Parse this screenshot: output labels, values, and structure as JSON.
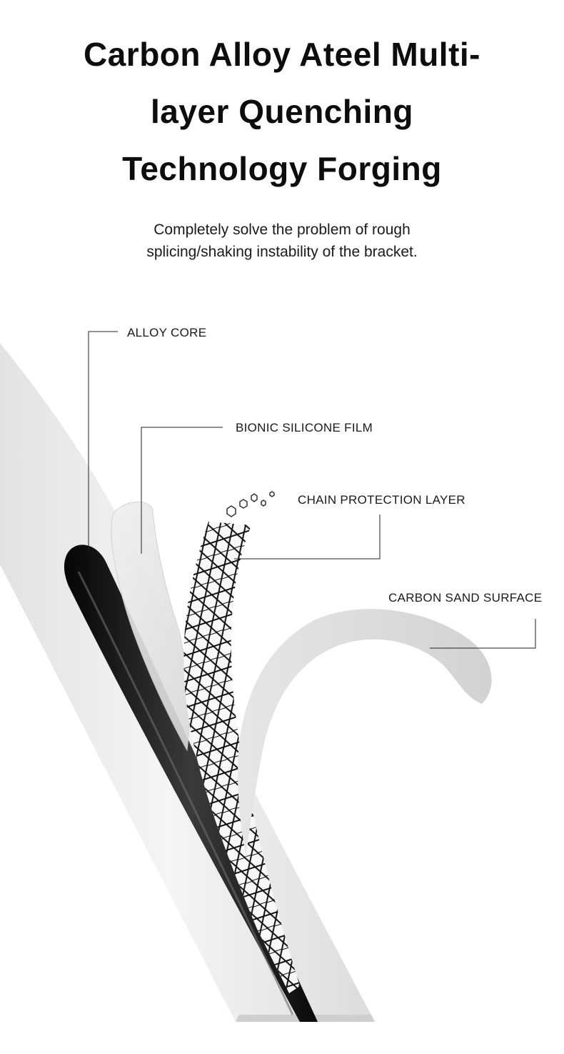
{
  "headline": {
    "line1": "Carbon Alloy Ateel Multi-",
    "line2": "layer Quenching",
    "line3": "Technology Forging"
  },
  "subtitle": {
    "line1": "Completely solve the problem of rough",
    "line2": "splicing/shaking instability of the bracket."
  },
  "callouts": {
    "alloy_core": "ALLOY CORE",
    "bionic_silicone_film": "BIONIC SILICONE FILM",
    "chain_protection_layer": "CHAIN PROTECTION LAYER",
    "carbon_sand_surface": "CARBON SAND SURFACE"
  },
  "colors": {
    "background": "#ffffff",
    "text": "#111111",
    "rod_surface": "#ececec",
    "core_dark": "#151515",
    "leader_line": "#222222"
  }
}
